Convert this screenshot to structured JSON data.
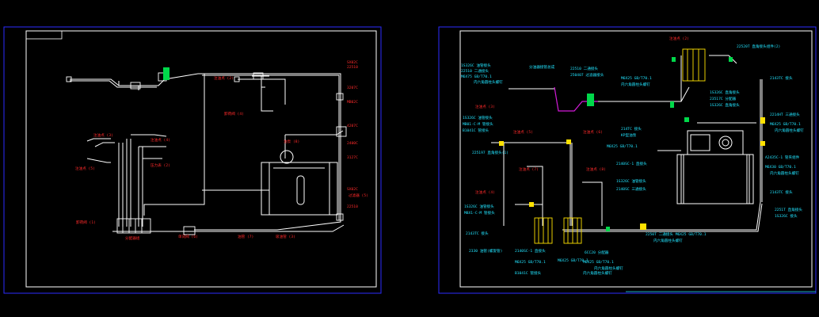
{
  "colors": {
    "background": "#000000",
    "frame": "#ffffff",
    "border": "#2b2bff",
    "pipe": "#ffffff",
    "label_red": "#ff2a2a",
    "label_cyan": "#22e4ff",
    "label_white": "#ffffff",
    "fitting_yellow": "#ffe100",
    "fitting_green": "#00d84a",
    "pipe_magenta": "#d21bd8"
  },
  "left_sheet": {
    "pipe_labels": [
      "卸荷阀 (4)",
      "压力表 (2)",
      "吸油管 (3)",
      "过滤器 (5)"
    ],
    "outlet_labels": [
      "注油点 (2)",
      "注油点 (3)",
      "注油点 (4)",
      "注油点 (5)"
    ],
    "side_labels": [
      "SX02C",
      "22510",
      "3207C",
      "MB02C",
      "4207C",
      "2400C",
      "3127C"
    ],
    "block_label": "分配器组",
    "bottom_labels": [
      "卸荷阀 (1)",
      "单向阀 (6)",
      "油管 (7)"
    ],
    "pump_label": "油泵 (8)"
  },
  "right_sheet": {
    "top_left": [
      "1S326C 油管接头",
      "22510 二通接头",
      "M6X75 GB/T70.1",
      "内六角圆柱头螺钉"
    ],
    "top_mid": [
      "22510 二通接头",
      "250407 过滤器接头",
      "M6X25 GB/T70.1",
      "内六角圆柱头螺钉"
    ],
    "top_mid_head": "分油器接管总成",
    "top_right_head": "注油点 (2)",
    "top_right": [
      "22520T 直角接头组件(2)",
      "1S326C 直角接头",
      "23517C 分配器",
      "1S326C 直角接头"
    ],
    "right_col": [
      "2143TC 接头",
      "2214HT 三通接头",
      "M6X25 GB/T70.1",
      "内六角圆柱头螺钉",
      "A2435C-1 管夹组件",
      "M6X30 GB/T70.1",
      "内六角圆柱头螺钉",
      "2143TC 接头",
      "2251T 直角接头",
      "1S326C 接头"
    ],
    "center_labels": [
      "注油点 (5)",
      "注油点 (6)",
      "注油点 (7)",
      "注油点 (8)"
    ],
    "mid_right": [
      "214TC 接头",
      "KP型油泵",
      "M6X25 GB/T70.1",
      "2140SC-1 直接头",
      "1S326C 油管接头",
      "2140SC 三通接头"
    ],
    "left_col": [
      "注油点 (3)",
      "1S326C 油管接头",
      "MB01-C-M 管接头",
      "B1041C 管接头",
      "225197 直角接头(1)",
      "注油点 (4)",
      "1S326C 油管接头",
      "M8X1-C-M 管接头",
      "2143TC 接头"
    ],
    "bottom_labels": [
      "2330 油管(螺旋管)",
      "2140SC-1 直接头",
      "M6X25 GB/T70.1",
      "B1041C 管接头",
      "M6X25 GB/T70.1",
      "内六角圆柱头螺钉",
      "6CC20 分配器",
      "M6X25 GB/T70.1",
      "内六角圆柱头螺钉"
    ],
    "bottom_pipe_label": "2250T 二通接头 M6X25 GB/T70.1",
    "bottom_pipe_sub": "内六角圆柱头螺钉"
  }
}
